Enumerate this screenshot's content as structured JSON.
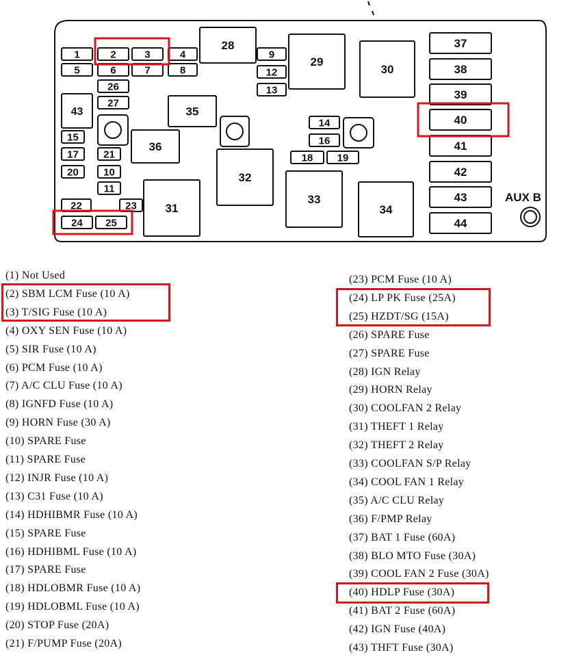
{
  "diagram": {
    "aux_label": "AUX B",
    "fuses": [
      {
        "id": "1",
        "label": "1"
      },
      {
        "id": "2",
        "label": "2"
      },
      {
        "id": "3",
        "label": "3"
      },
      {
        "id": "4",
        "label": "4"
      },
      {
        "id": "5",
        "label": "5"
      },
      {
        "id": "6",
        "label": "6"
      },
      {
        "id": "7",
        "label": "7"
      },
      {
        "id": "8",
        "label": "8"
      },
      {
        "id": "9",
        "label": "9"
      },
      {
        "id": "10",
        "label": "10"
      },
      {
        "id": "11",
        "label": "11"
      },
      {
        "id": "12",
        "label": "12"
      },
      {
        "id": "13",
        "label": "13"
      },
      {
        "id": "14",
        "label": "14"
      },
      {
        "id": "15",
        "label": "15"
      },
      {
        "id": "16",
        "label": "16"
      },
      {
        "id": "17",
        "label": "17"
      },
      {
        "id": "18",
        "label": "18"
      },
      {
        "id": "19",
        "label": "19"
      },
      {
        "id": "20",
        "label": "20"
      },
      {
        "id": "21",
        "label": "21"
      },
      {
        "id": "22",
        "label": "22"
      },
      {
        "id": "23",
        "label": "23"
      },
      {
        "id": "24",
        "label": "24"
      },
      {
        "id": "25",
        "label": "25"
      },
      {
        "id": "26",
        "label": "26"
      },
      {
        "id": "27",
        "label": "27"
      },
      {
        "id": "28",
        "label": "28"
      },
      {
        "id": "29",
        "label": "29"
      },
      {
        "id": "30",
        "label": "30"
      },
      {
        "id": "31",
        "label": "31"
      },
      {
        "id": "32",
        "label": "32"
      },
      {
        "id": "33",
        "label": "33"
      },
      {
        "id": "34",
        "label": "34"
      },
      {
        "id": "35",
        "label": "35"
      },
      {
        "id": "36",
        "label": "36"
      },
      {
        "id": "37",
        "label": "37"
      },
      {
        "id": "38",
        "label": "38"
      },
      {
        "id": "39",
        "label": "39"
      },
      {
        "id": "40",
        "label": "40"
      },
      {
        "id": "41",
        "label": "41"
      },
      {
        "id": "42",
        "label": "42"
      },
      {
        "id": "43",
        "label": "43"
      },
      {
        "id": "43b",
        "label": "43"
      },
      {
        "id": "44",
        "label": "44"
      }
    ]
  },
  "legend_left": [
    "(1) Not Used",
    "(2) SBM LCM Fuse (10 A)",
    "(3) T/SIG Fuse (10 A)",
    "(4) OXY SEN Fuse (10 A)",
    "(5) SIR Fuse (10 A)",
    "(6) PCM Fuse (10 A)",
    "(7) A/C CLU Fuse (10 A)",
    "(8) IGNFD Fuse (10 A)",
    "(9) HORN Fuse (30 A)",
    "(10) SPARE Fuse",
    "(11) SPARE Fuse",
    "(12) INJR Fuse (10 A)",
    "(13) C31 Fuse (10 A)",
    "(14) HDHIBMR Fuse (10 A)",
    "(15) SPARE Fuse",
    "(16) HDHIBML Fuse (10 A)",
    "(17) SPARE Fuse",
    "(18) HDLOBMR Fuse (10 A)",
    "(19) HDLOBML Fuse (10 A)",
    "(20) STOP Fuse (20A)",
    "(21) F/PUMP Fuse (20A)"
  ],
  "legend_right": [
    "(23) PCM Fuse (10 A)",
    "(24) LP PK Fuse (25A)",
    "(25) HZDT/SG (15A)",
    "(26) SPARE Fuse",
    "(27) SPARE Fuse",
    "(28) IGN Relay",
    "(29) HORN Relay",
    "(30) COOLFAN 2 Relay",
    "(31) THEFT 1 Relay",
    "(32) THEFT 2 Relay",
    "(33) COOLFAN S/P Relay",
    "(34) COOL FAN 1 Relay",
    "(35) A/C CLU Relay",
    "(36) F/PMP Relay",
    "(37) BAT 1 Fuse (60A)",
    "(38) BLO MTO Fuse (30A)",
    "(39) COOL FAN 2 Fuse (30A)",
    "(40) HDLP Fuse (30A)",
    "(41) BAT 2 Fuse (60A)",
    "(42) IGN Fuse (40A)",
    "(43) THFT Fuse (30A)"
  ],
  "colors": {
    "highlight": "#d4171f",
    "ink": "#111111",
    "background": "#ffffff"
  }
}
